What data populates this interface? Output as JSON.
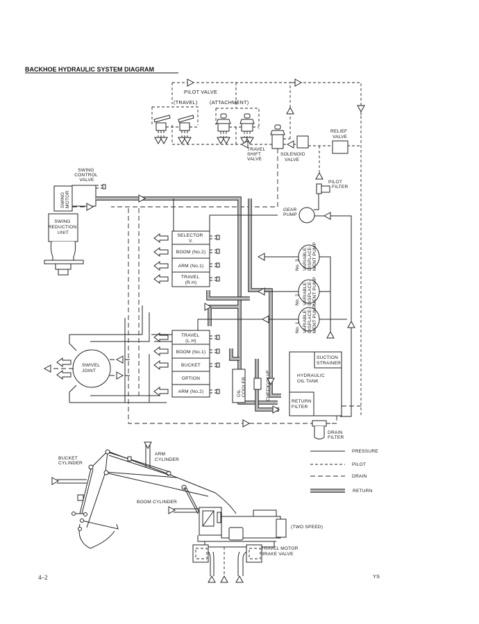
{
  "title": "BACKHOE HYDRAULIC SYSTEM DIAGRAM",
  "page_number": "4–2",
  "page_code": "YS",
  "pilot_valve": {
    "label": "PILOT VALVE",
    "travel": "(TRAVEL)",
    "attachment": "(ATTACHMENT)"
  },
  "components": {
    "travel_shift_valve": [
      "TRAVEL",
      "SHIFT",
      "VALVE"
    ],
    "solenoid_valve": [
      "SOLENOID",
      "VALVE"
    ],
    "relief_valve": [
      "RELIEF",
      "VALVE"
    ],
    "pilot_filter": [
      "PILOT",
      "FILTER"
    ],
    "gear_pump": [
      "GEAR",
      "PUMP"
    ],
    "swing_control_valve": [
      "SWING",
      "CONTROL",
      "VALVE"
    ],
    "swing_motor": [
      "SWING",
      "MOTOR"
    ],
    "swing_reduction_unit": [
      "SWING",
      "REDUCTION",
      "UNIT"
    ],
    "swivel_joint": [
      "SWIVEL",
      "JOINT"
    ],
    "oil_cooler": [
      "OIL",
      "COOLER"
    ],
    "checkvalve": "CHECKVALVE",
    "suction_strainer": [
      "SUCTION",
      "STRAINER"
    ],
    "hydraulic_oil_tank": [
      "HYDRAULIC",
      "OIL TANK"
    ],
    "return_filter": [
      "RETURN",
      "FILTER"
    ],
    "drain_filter": [
      "DRAIN",
      "FILTER"
    ]
  },
  "valve_stack_upper": [
    {
      "line1": "SELECTOR",
      "line2": "V."
    },
    {
      "line1": "BOOM (No.2)",
      "line2": ""
    },
    {
      "line1": "ARM (No.1)",
      "line2": ""
    },
    {
      "line1": "TRAVEL",
      "line2": "(R.H)"
    }
  ],
  "valve_stack_lower": [
    {
      "line1": "TRAVEL",
      "line2": "(L.H)"
    },
    {
      "line1": "BOOM (No.1)",
      "line2": ""
    },
    {
      "line1": "BUCKET",
      "line2": ""
    },
    {
      "line1": "OPTION",
      "line2": ""
    },
    {
      "line1": "ARM (No.2)",
      "line2": ""
    }
  ],
  "pumps": [
    {
      "number": "No. 3",
      "lines": [
        "VARIABLE",
        "DISPLACE-",
        "MENT PUMP"
      ]
    },
    {
      "number": "No. 2",
      "lines": [
        "VARIABLE",
        "DISPLACE-",
        "MENT PUMP"
      ]
    },
    {
      "number": "No. 1",
      "lines": [
        "VARIABLE",
        "DISPLACE-",
        "MENT PUMP"
      ]
    }
  ],
  "legend": [
    {
      "style": "pressure",
      "label": "PRESSURE"
    },
    {
      "style": "pilot",
      "label": "PILOT"
    },
    {
      "style": "drain",
      "label": "DRAIN"
    },
    {
      "style": "return",
      "label": "RETURN"
    }
  ],
  "excavator": {
    "bucket_cylinder": [
      "BUCKET",
      "CYLINDER"
    ],
    "arm_cylinder": [
      "ARM",
      "CYLINDER"
    ],
    "boom_cylinder": "BOOM CYLINDER",
    "two_speed": "(TWO SPEED)",
    "travel_motor_brake_valve": [
      "TRAVEL MOTOR",
      "BRAKE VALVE"
    ]
  }
}
